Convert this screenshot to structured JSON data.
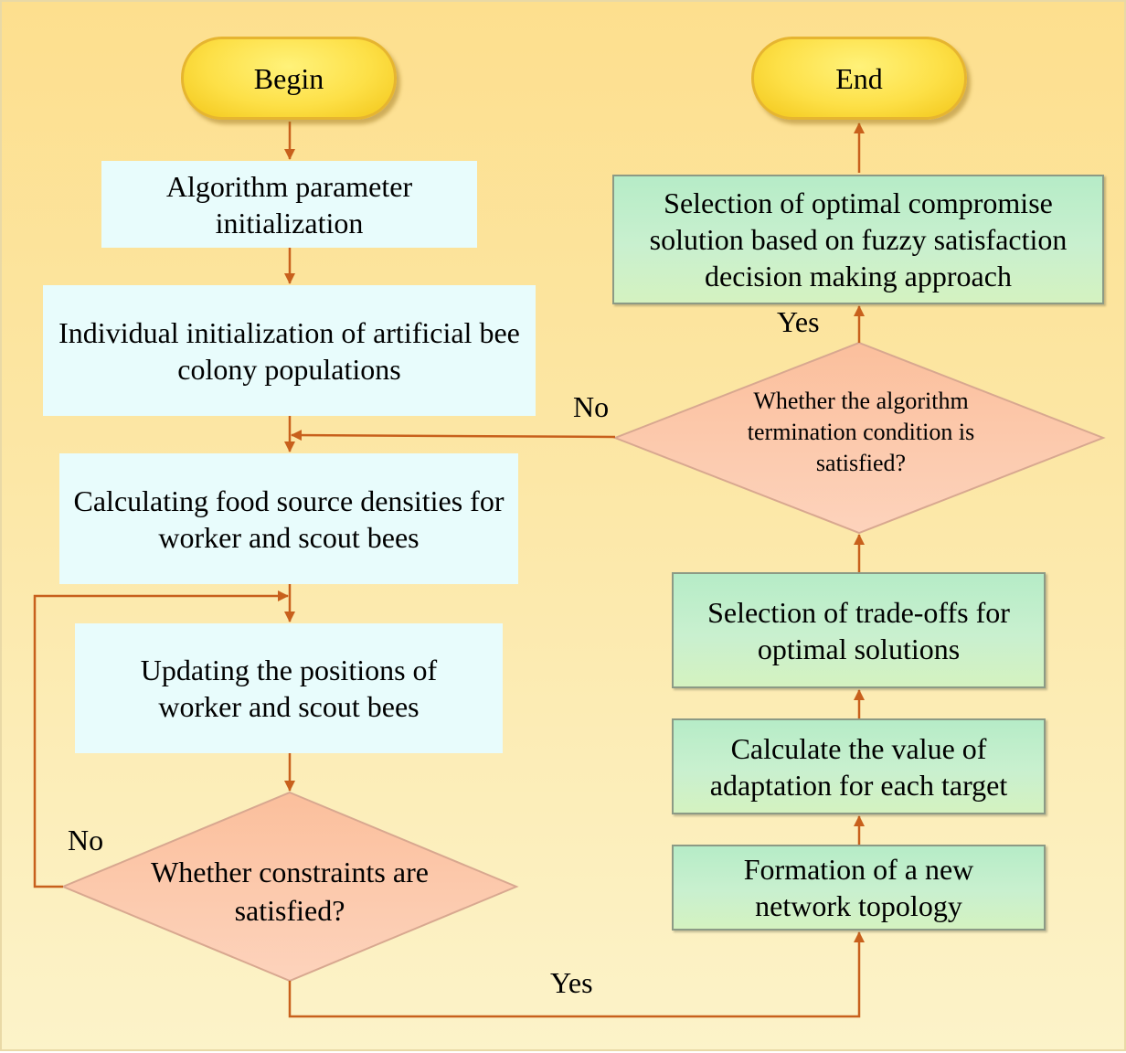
{
  "nodes": {
    "begin": "Begin",
    "end": "End",
    "param_init": "Algorithm parameter initialization",
    "indiv_init": "Individual initialization of artificial bee colony populations",
    "food_density": "Calculating food source densities for worker and scout bees",
    "update_pos": "Updating the positions of worker and scout bees",
    "constraints": "Whether constraints are satisfied?",
    "termination": "Whether the algorithm termination condition is satisfied?",
    "new_topology": "Formation of a new network topology",
    "adaptation": "Calculate the value of adaptation for each target",
    "tradeoffs": "Selection of trade-offs for optimal solutions",
    "compromise": "Selection of optimal compromise solution based on fuzzy satisfaction decision making approach"
  },
  "labels": {
    "yes_bottom": "Yes",
    "no_left": "No",
    "no_right": "No",
    "yes_top": "Yes"
  },
  "colors": {
    "arrow": "#c8601c",
    "process_left": "#e8fcfc",
    "process_right": "#c4eecc",
    "decision": "#fcc9a8",
    "terminal": "#fde047"
  }
}
